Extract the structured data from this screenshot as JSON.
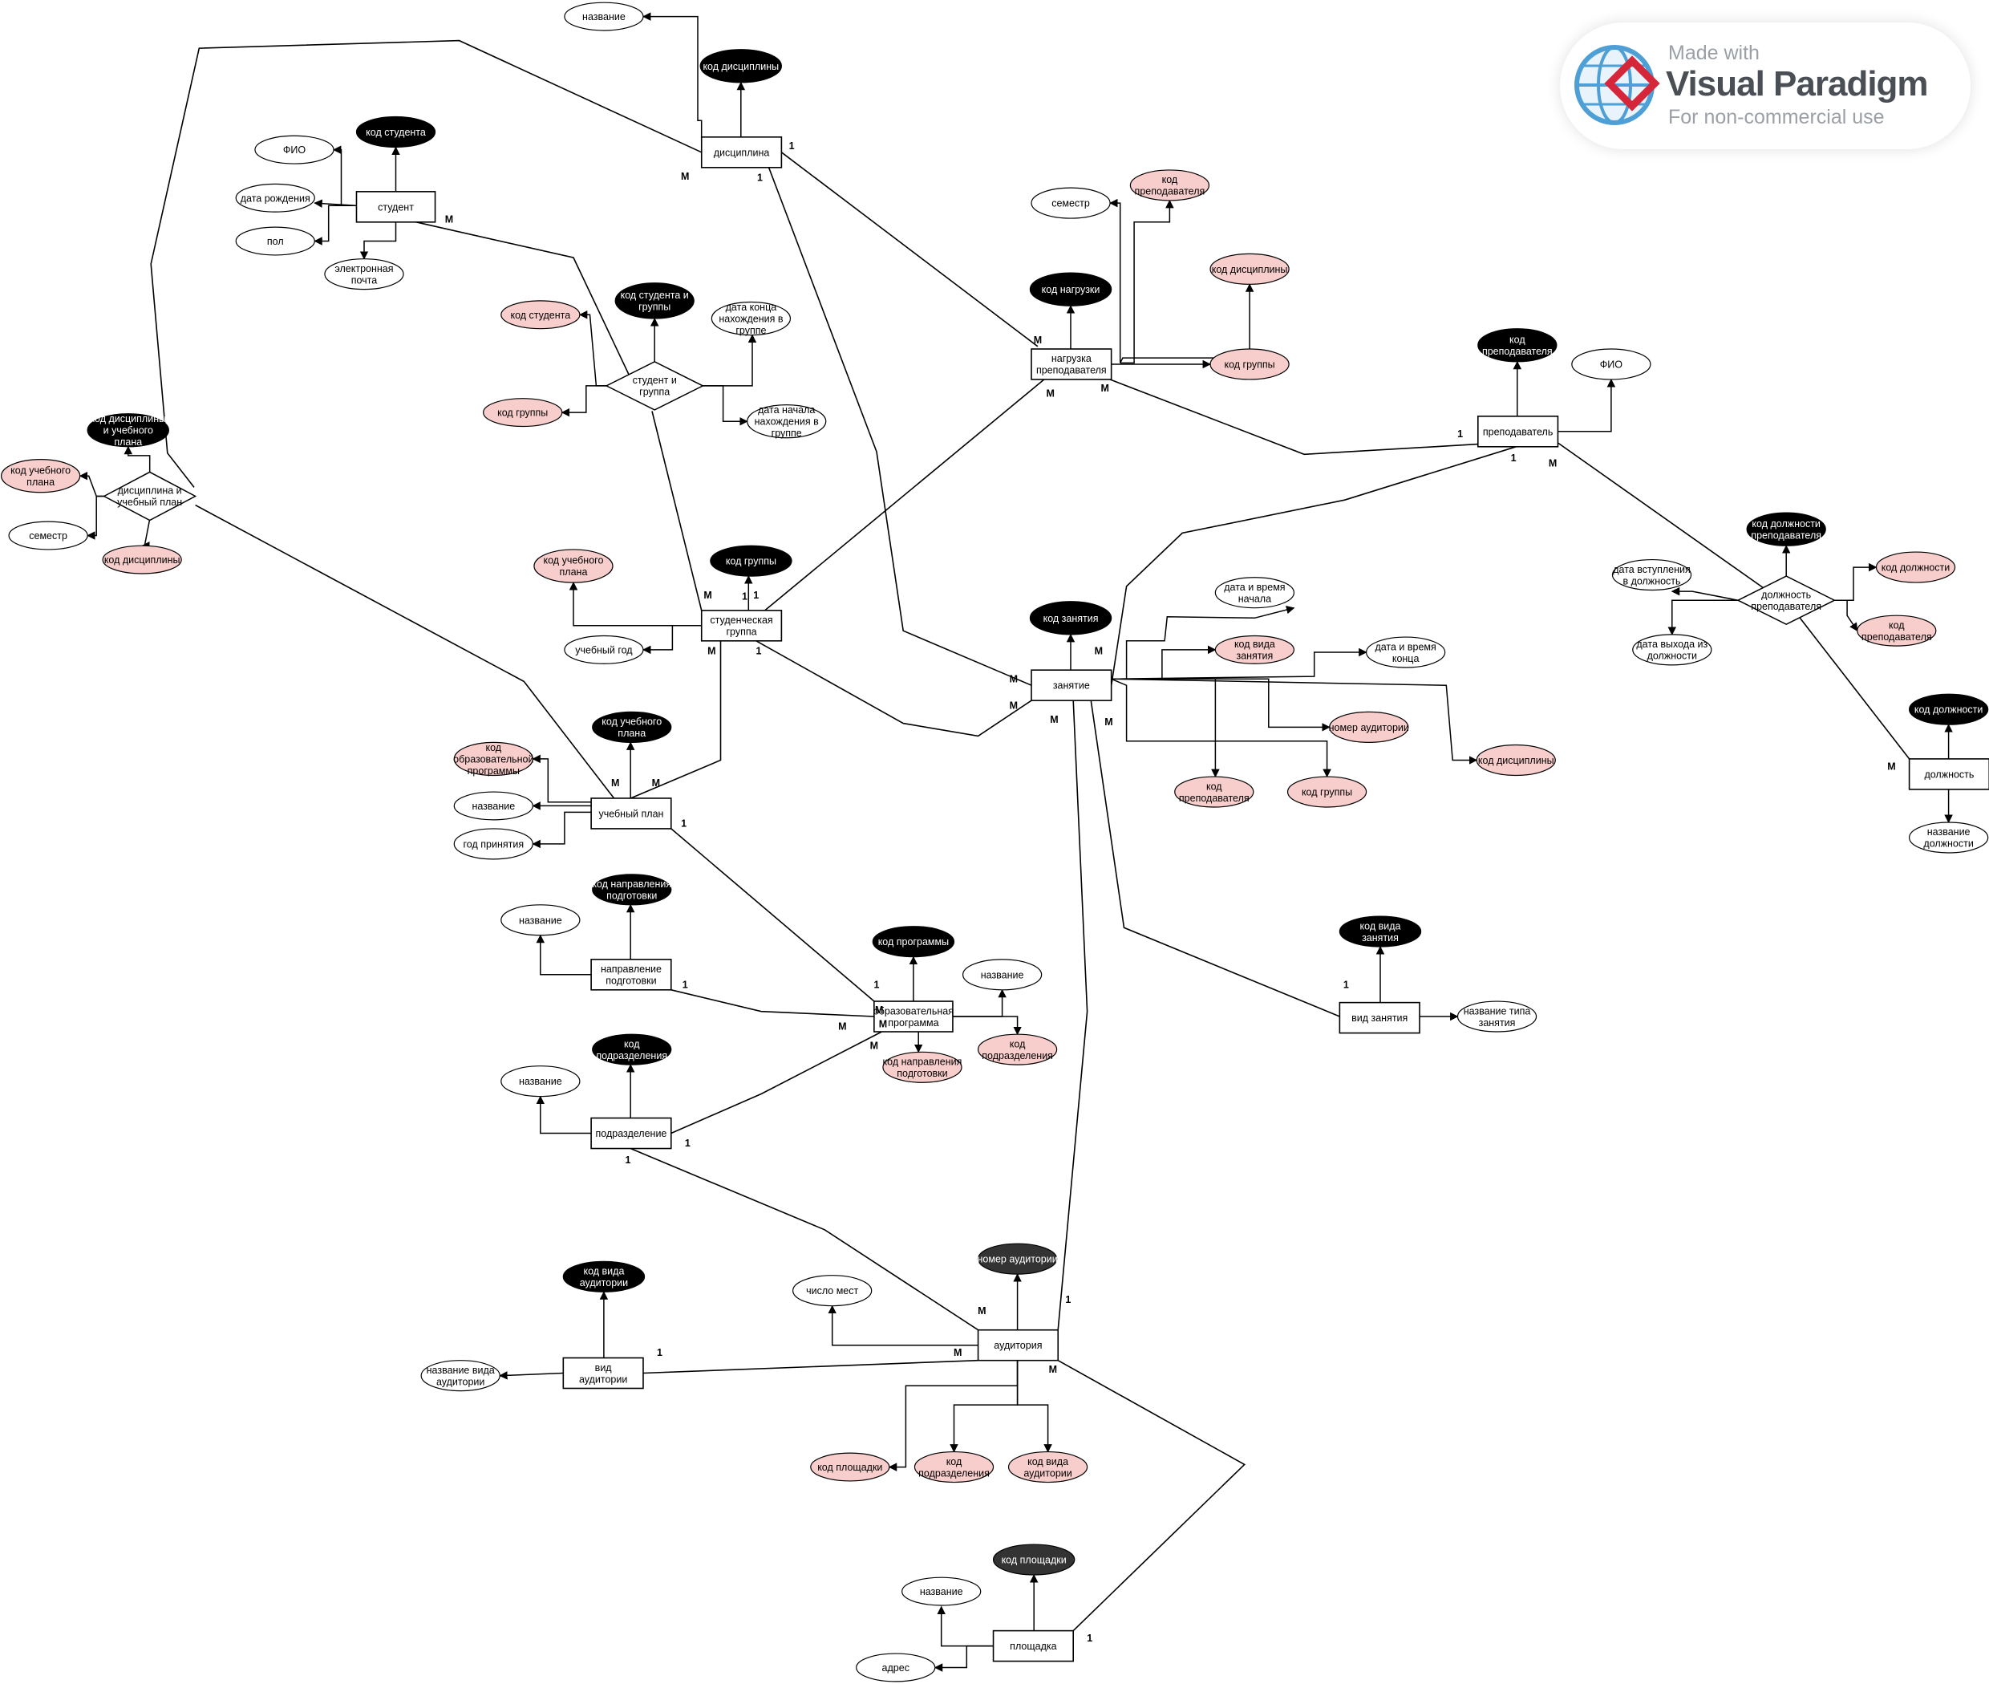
{
  "watermark": {
    "made_with": "Made with",
    "brand": "Visual Paradigm",
    "subtitle": "For non-commercial use"
  },
  "colors": {
    "line": "#000000",
    "key_attribute": "#000000",
    "key_attribute_dark": "#333333",
    "foreign_key": "#f8cecc",
    "attribute": "#ffffff"
  },
  "entities": [
    {
      "id": "discipline",
      "label": "дисциплина"
    },
    {
      "id": "student",
      "label": "студент"
    },
    {
      "id": "teacher_load",
      "label": "нагрузка преподавателя"
    },
    {
      "id": "teacher",
      "label": "преподаватель"
    },
    {
      "id": "student_group",
      "label": "студенческая группа"
    },
    {
      "id": "lesson",
      "label": "занятие"
    },
    {
      "id": "position",
      "label": "должность"
    },
    {
      "id": "curriculum",
      "label": "учебный план"
    },
    {
      "id": "direction",
      "label": "направление подготовки"
    },
    {
      "id": "edu_program",
      "label": "образовательная программа"
    },
    {
      "id": "department",
      "label": "подразделение"
    },
    {
      "id": "lesson_type",
      "label": "вид занятия"
    },
    {
      "id": "auditorium",
      "label": "аудитория"
    },
    {
      "id": "auditorium_type",
      "label": "вид аудитории"
    },
    {
      "id": "site",
      "label": "площадка"
    }
  ],
  "relationships": [
    {
      "id": "student_and_group",
      "label": "студент и группа"
    },
    {
      "id": "disc_and_plan",
      "label": "дисциплина и учебный план"
    },
    {
      "id": "teacher_position",
      "label": "должность преподавателя"
    }
  ],
  "attributes": [
    {
      "id": "a1",
      "label": "название",
      "kind": "plain"
    },
    {
      "id": "a2",
      "label": "код дисциплины",
      "kind": "key"
    },
    {
      "id": "a3",
      "label": "код студента",
      "kind": "key"
    },
    {
      "id": "a4",
      "label": "ФИО",
      "kind": "plain"
    },
    {
      "id": "a5",
      "label": "дата рождения",
      "kind": "plain"
    },
    {
      "id": "a6",
      "label": "пол",
      "kind": "plain"
    },
    {
      "id": "a7",
      "label": "электронная почта",
      "kind": "plain"
    },
    {
      "id": "a8",
      "label": "семестр",
      "kind": "plain"
    },
    {
      "id": "a9",
      "label": "код преподавателя",
      "kind": "fk"
    },
    {
      "id": "a10",
      "label": "код нагрузки",
      "kind": "key"
    },
    {
      "id": "a11",
      "label": "код дисциплины",
      "kind": "fk"
    },
    {
      "id": "a12",
      "label": "код группы",
      "kind": "fk"
    },
    {
      "id": "a13",
      "label": "код студента",
      "kind": "fk"
    },
    {
      "id": "a14",
      "label": "код студента и группы",
      "kind": "key"
    },
    {
      "id": "a15",
      "label": "дата конца нахождения в группе",
      "kind": "plain"
    },
    {
      "id": "a16",
      "label": "код группы",
      "kind": "fk"
    },
    {
      "id": "a17",
      "label": "дата начала нахождения в группе",
      "kind": "plain"
    },
    {
      "id": "a18",
      "label": "код преподавателя",
      "kind": "key"
    },
    {
      "id": "a19",
      "label": "ФИО",
      "kind": "plain"
    },
    {
      "id": "a20",
      "label": "код дисциплины и учебного плана",
      "kind": "key"
    },
    {
      "id": "a21",
      "label": "код учебного плана",
      "kind": "fk"
    },
    {
      "id": "a22",
      "label": "семестр",
      "kind": "plain"
    },
    {
      "id": "a23",
      "label": "код дисциплины",
      "kind": "fk"
    },
    {
      "id": "a24",
      "label": "код должности преподавателя",
      "kind": "key"
    },
    {
      "id": "a25",
      "label": "дата вступления в должность",
      "kind": "plain"
    },
    {
      "id": "a26",
      "label": "код должности",
      "kind": "fk"
    },
    {
      "id": "a27",
      "label": "дата выхода из должности",
      "kind": "plain"
    },
    {
      "id": "a28",
      "label": "код преподавателя",
      "kind": "fk"
    },
    {
      "id": "a29",
      "label": "код учебного плана",
      "kind": "fk"
    },
    {
      "id": "a30",
      "label": "код группы",
      "kind": "key"
    },
    {
      "id": "a31",
      "label": "учебный год",
      "kind": "plain"
    },
    {
      "id": "a32",
      "label": "дата и время начала",
      "kind": "plain"
    },
    {
      "id": "a33",
      "label": "код занятия",
      "kind": "key"
    },
    {
      "id": "a34",
      "label": "код вида занятия",
      "kind": "fk"
    },
    {
      "id": "a35",
      "label": "дата и время конца",
      "kind": "plain"
    },
    {
      "id": "a36",
      "label": "номер аудитории",
      "kind": "fk"
    },
    {
      "id": "a37",
      "label": "код дисциплины",
      "kind": "fk"
    },
    {
      "id": "a38",
      "label": "код преподавателя",
      "kind": "fk"
    },
    {
      "id": "a39",
      "label": "код группы",
      "kind": "fk"
    },
    {
      "id": "a40",
      "label": "код должности",
      "kind": "key"
    },
    {
      "id": "a41",
      "label": "название должности",
      "kind": "plain"
    },
    {
      "id": "a42",
      "label": "код образовательной программы",
      "kind": "fk"
    },
    {
      "id": "a43",
      "label": "код учебного плана",
      "kind": "key"
    },
    {
      "id": "a44",
      "label": "название",
      "kind": "plain"
    },
    {
      "id": "a45",
      "label": "год принятия",
      "kind": "plain"
    },
    {
      "id": "a46",
      "label": "код направления подготовки",
      "kind": "key"
    },
    {
      "id": "a47",
      "label": "название",
      "kind": "plain"
    },
    {
      "id": "a48",
      "label": "код программы",
      "kind": "key"
    },
    {
      "id": "a49",
      "label": "название",
      "kind": "plain"
    },
    {
      "id": "a50",
      "label": "код подразделения",
      "kind": "fk"
    },
    {
      "id": "a51",
      "label": "код направления подготовки",
      "kind": "fk"
    },
    {
      "id": "a52",
      "label": "код подразделения",
      "kind": "key"
    },
    {
      "id": "a53",
      "label": "название",
      "kind": "plain"
    },
    {
      "id": "a54",
      "label": "код вида занятия",
      "kind": "key"
    },
    {
      "id": "a55",
      "label": "название типа занятия",
      "kind": "plain"
    },
    {
      "id": "a56",
      "label": "номер аудитории",
      "kind": "key_dark"
    },
    {
      "id": "a57",
      "label": "число мест",
      "kind": "plain"
    },
    {
      "id": "a58",
      "label": "код вида аудитории",
      "kind": "key"
    },
    {
      "id": "a59",
      "label": "название вида аудитории",
      "kind": "plain"
    },
    {
      "id": "a60",
      "label": "код площадки",
      "kind": "fk"
    },
    {
      "id": "a61",
      "label": "код подразделения",
      "kind": "fk"
    },
    {
      "id": "a62",
      "label": "код вида аудитории",
      "kind": "fk"
    },
    {
      "id": "a63",
      "label": "код площадки",
      "kind": "key_dark"
    },
    {
      "id": "a64",
      "label": "название",
      "kind": "plain"
    },
    {
      "id": "a65",
      "label": "адрес",
      "kind": "plain"
    }
  ],
  "cardinalities": [
    {
      "id": "c1",
      "label": "1"
    },
    {
      "id": "c2",
      "label": "M"
    },
    {
      "id": "c3",
      "label": "1"
    },
    {
      "id": "c4",
      "label": "M"
    },
    {
      "id": "c5",
      "label": "M"
    },
    {
      "id": "c6",
      "label": "M"
    },
    {
      "id": "c7",
      "label": "M"
    },
    {
      "id": "c8",
      "label": "1"
    },
    {
      "id": "c9",
      "label": "1"
    },
    {
      "id": "c10",
      "label": "M"
    },
    {
      "id": "c11",
      "label": "M"
    },
    {
      "id": "c12",
      "label": "1"
    },
    {
      "id": "c13",
      "label": "M"
    },
    {
      "id": "c14",
      "label": "1"
    },
    {
      "id": "c15",
      "label": "M"
    },
    {
      "id": "c16",
      "label": "M"
    },
    {
      "id": "c17",
      "label": "M"
    },
    {
      "id": "c18",
      "label": "M"
    },
    {
      "id": "c19",
      "label": "M"
    },
    {
      "id": "c20",
      "label": "M"
    },
    {
      "id": "c21",
      "label": "M"
    },
    {
      "id": "c22",
      "label": "1"
    },
    {
      "id": "c23",
      "label": "M"
    },
    {
      "id": "c24",
      "label": "1"
    },
    {
      "id": "c25",
      "label": "M"
    },
    {
      "id": "c26",
      "label": "M"
    },
    {
      "id": "c27",
      "label": "M"
    },
    {
      "id": "c28",
      "label": "M"
    },
    {
      "id": "c29",
      "label": "1"
    },
    {
      "id": "c30",
      "label": "1"
    },
    {
      "id": "c31",
      "label": "1"
    },
    {
      "id": "c32",
      "label": "1"
    },
    {
      "id": "c33",
      "label": "M"
    },
    {
      "id": "c34",
      "label": "1"
    },
    {
      "id": "c35",
      "label": "M"
    },
    {
      "id": "c36",
      "label": "1"
    },
    {
      "id": "c37",
      "label": "M"
    },
    {
      "id": "c38",
      "label": "1"
    },
    {
      "id": "c39",
      "label": "1"
    }
  ]
}
